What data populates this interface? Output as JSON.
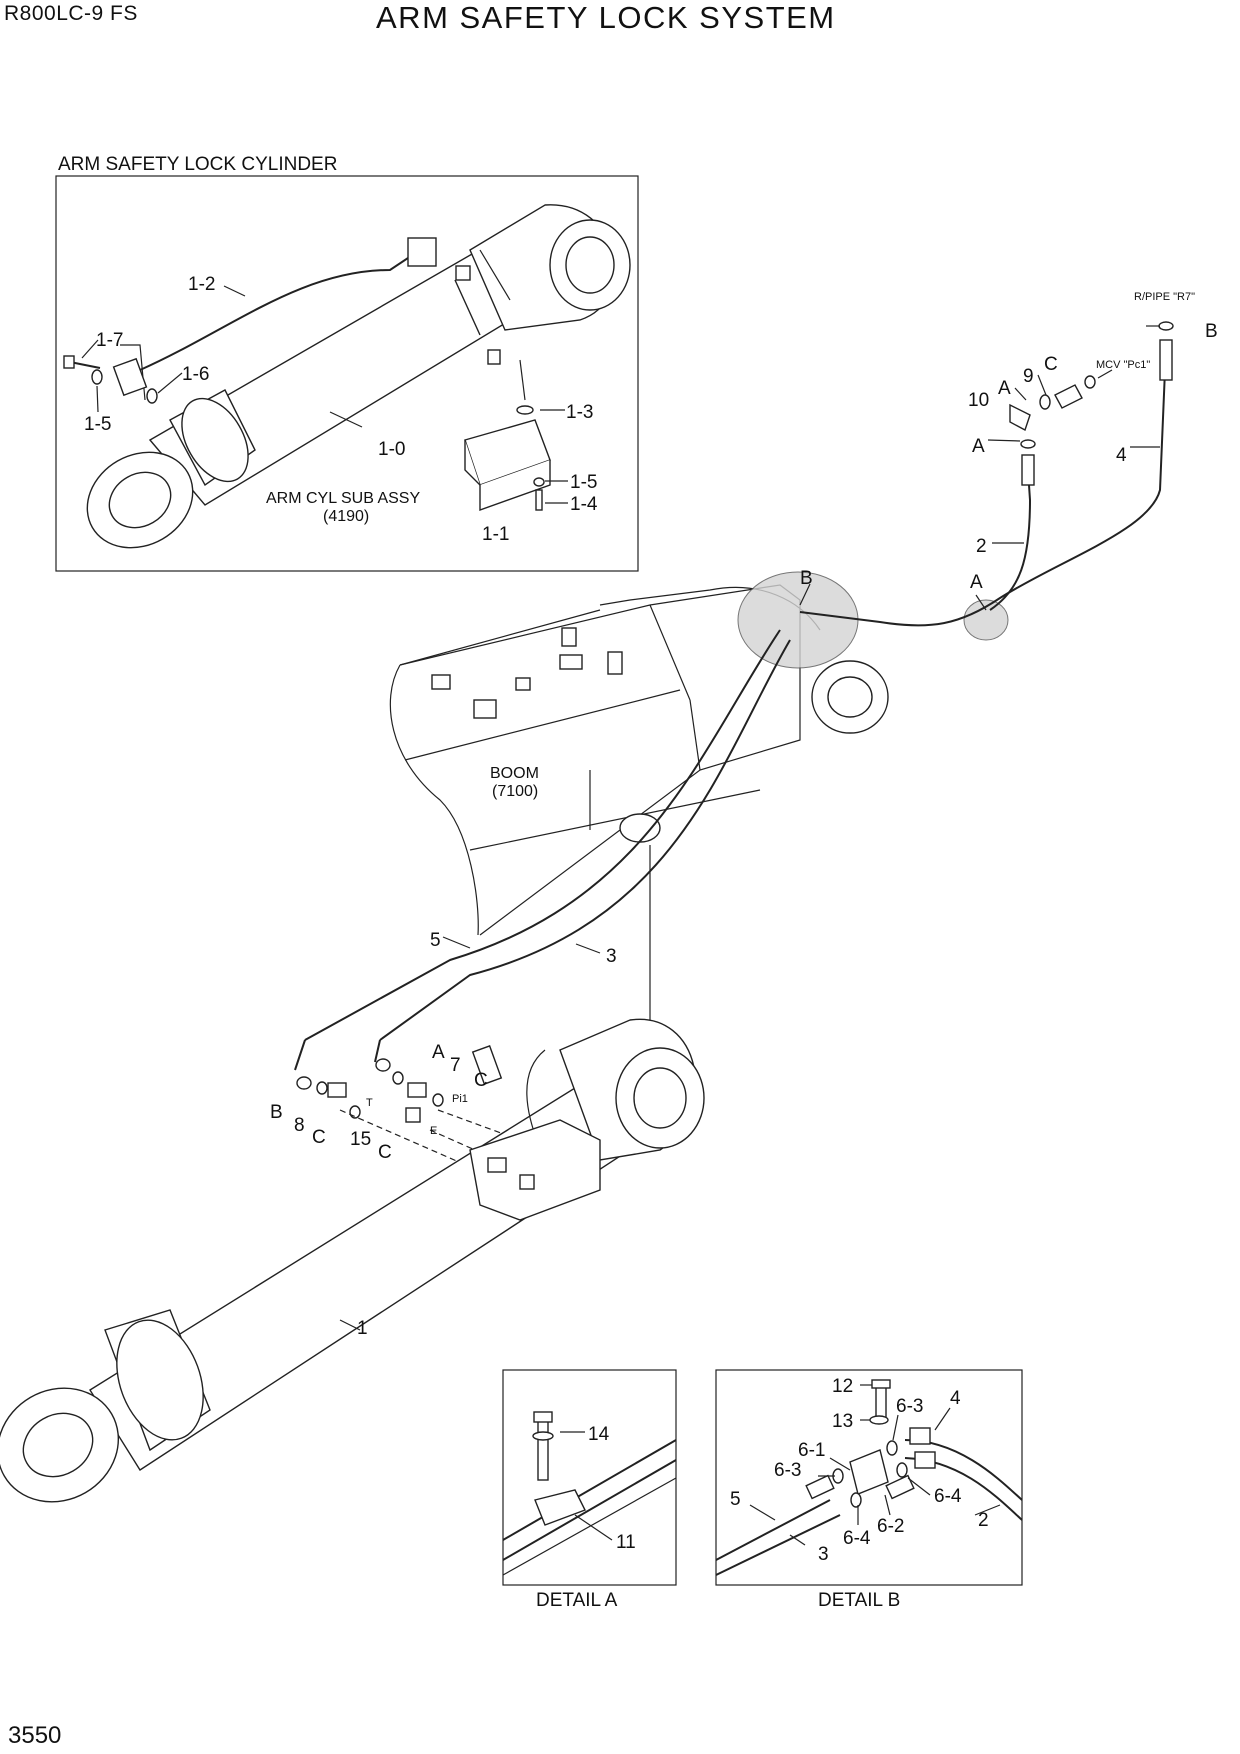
{
  "header": {
    "model": "R800LC-9 FS",
    "title": "ARM SAFETY LOCK SYSTEM",
    "page_number": "3550"
  },
  "inset": {
    "title": "ARM SAFETY LOCK CYLINDER",
    "sub_assy": "ARM CYL SUB ASSY",
    "sub_assy_ref": "(4190)",
    "labels": [
      "1-2",
      "1-7",
      "1-6",
      "1-5",
      "1-3",
      "1-0",
      "1-5",
      "1-4",
      "1-1"
    ]
  },
  "boom": {
    "name": "BOOM",
    "ref": "(7100)"
  },
  "callouts": {
    "rpipe": "R/PIPE \"R7\"",
    "mcv": "MCV \"Pc1\"",
    "port_t": "T",
    "port_pi1": "Pi1",
    "port_e": "E",
    "right": [
      "B",
      "C",
      "9",
      "A",
      "10",
      "A",
      "4",
      "2",
      "A",
      "B"
    ],
    "lower": [
      "5",
      "3",
      "A",
      "7",
      "C",
      "B",
      "8",
      "C",
      "15",
      "C",
      "1"
    ]
  },
  "detail_a": {
    "caption": "DETAIL  A",
    "labels": [
      "14",
      "11"
    ]
  },
  "detail_b": {
    "caption": "DETAIL  B",
    "labels": [
      "12",
      "13",
      "6-3",
      "4",
      "6-1",
      "6-3",
      "5",
      "6-4",
      "6-2",
      "6-4",
      "2",
      "3"
    ]
  }
}
